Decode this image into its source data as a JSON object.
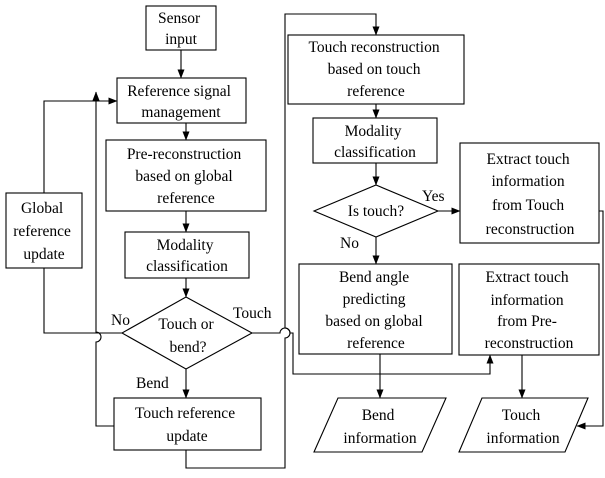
{
  "nodes": {
    "sensor_input": {
      "lines": [
        "Sensor",
        "input"
      ]
    },
    "reference_signal_management": {
      "lines": [
        "Reference signal",
        "management"
      ]
    },
    "pre_reconstruction": {
      "lines": [
        "Pre-reconstruction",
        "based on global",
        "reference"
      ]
    },
    "modality_classification_left": {
      "lines": [
        "Modality",
        "classification"
      ]
    },
    "touch_or_bend": {
      "lines": [
        "Touch or",
        "bend?"
      ]
    },
    "touch_reference_update": {
      "lines": [
        "Touch reference",
        "update"
      ]
    },
    "global_reference_update": {
      "lines": [
        "Global",
        "reference",
        "update"
      ]
    },
    "touch_reconstruction": {
      "lines": [
        "Touch reconstruction",
        "based on touch",
        "reference"
      ]
    },
    "modality_classification_right": {
      "lines": [
        "Modality",
        "classification"
      ]
    },
    "is_touch": {
      "lines": [
        "Is touch?"
      ]
    },
    "extract_from_touch_reconstruction": {
      "lines": [
        "Extract touch",
        "information",
        "from Touch",
        "reconstruction"
      ]
    },
    "bend_angle_predicting": {
      "lines": [
        "Bend angle",
        "predicting",
        "based on  global",
        "reference"
      ]
    },
    "extract_from_pre_reconstruction": {
      "lines": [
        "Extract touch",
        "information",
        "from Pre-",
        "reconstruction"
      ]
    },
    "bend_information": {
      "lines": [
        "Bend",
        "information"
      ]
    },
    "touch_information": {
      "lines": [
        "Touch",
        "information"
      ]
    }
  },
  "edge_labels": {
    "no_left": "No",
    "touch_right": "Touch",
    "bend_down": "Bend",
    "yes": "Yes",
    "no_down": "No"
  }
}
